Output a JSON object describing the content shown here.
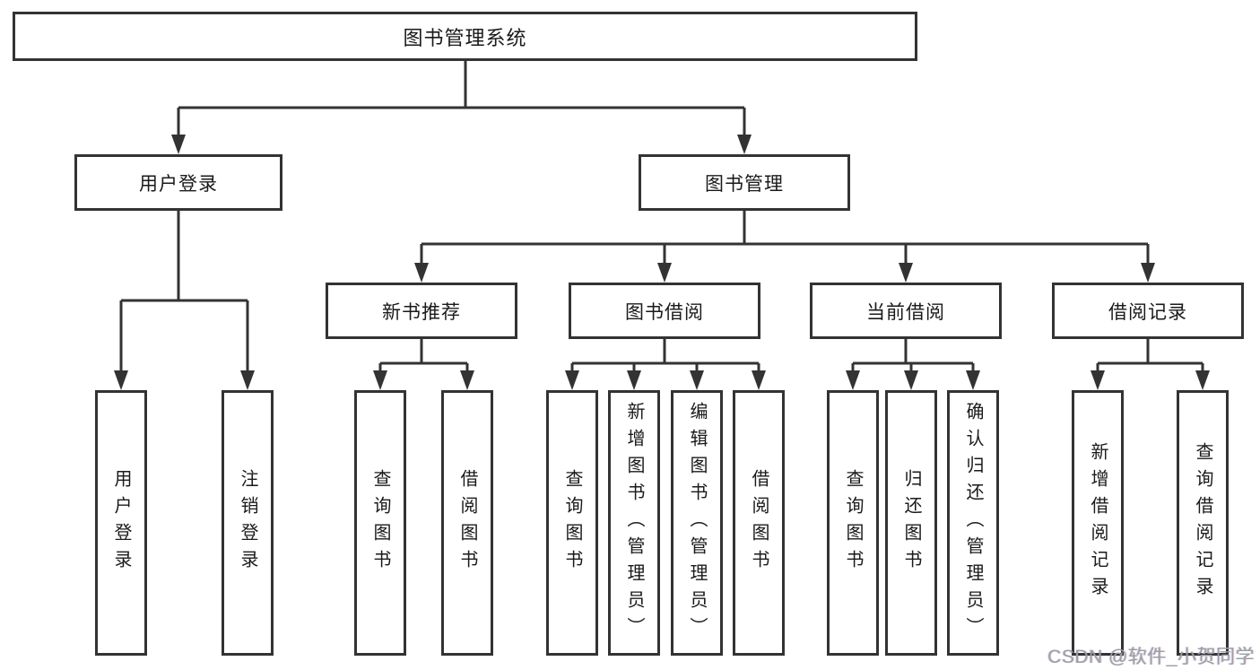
{
  "nodes": {
    "root": "图书管理系统",
    "user_login": "用户登录",
    "book_mgmt": "图书管理",
    "new_books": "新书推荐",
    "book_borrow": "图书借阅",
    "current_borrow": "当前借阅",
    "borrow_records": "借阅记录",
    "leaf_user_login": "用户登录",
    "leaf_logout": "注销登录",
    "leaf_nb_query": "查询图书",
    "leaf_nb_borrow": "借阅图书",
    "leaf_bb_query": "查询图书",
    "leaf_bb_add": "新增图书（管理员）",
    "leaf_bb_edit": "编辑图书（管理员）",
    "leaf_bb_borrow": "借阅图书",
    "leaf_cb_query": "查询图书",
    "leaf_cb_return": "归还图书",
    "leaf_cb_confirm": "确认归还（管理员）",
    "leaf_br_add": "新增借阅记录",
    "leaf_br_query": "查询借阅记录"
  },
  "hierarchy": {
    "图书管理系统": {
      "用户登录": [
        "用户登录",
        "注销登录"
      ],
      "图书管理": {
        "新书推荐": [
          "查询图书",
          "借阅图书"
        ],
        "图书借阅": [
          "查询图书",
          "新增图书（管理员）",
          "编辑图书（管理员）",
          "借阅图书"
        ],
        "当前借阅": [
          "查询图书",
          "归还图书",
          "确认归还（管理员）"
        ],
        "借阅记录": [
          "新增借阅记录",
          "查询借阅记录"
        ]
      }
    }
  },
  "watermark": "CSDN @软件_小贺同学",
  "colors": {
    "line": "#333333",
    "box_fill": "#ffffff",
    "text": "#1a1a1a",
    "watermark": "#9aa0a6"
  }
}
